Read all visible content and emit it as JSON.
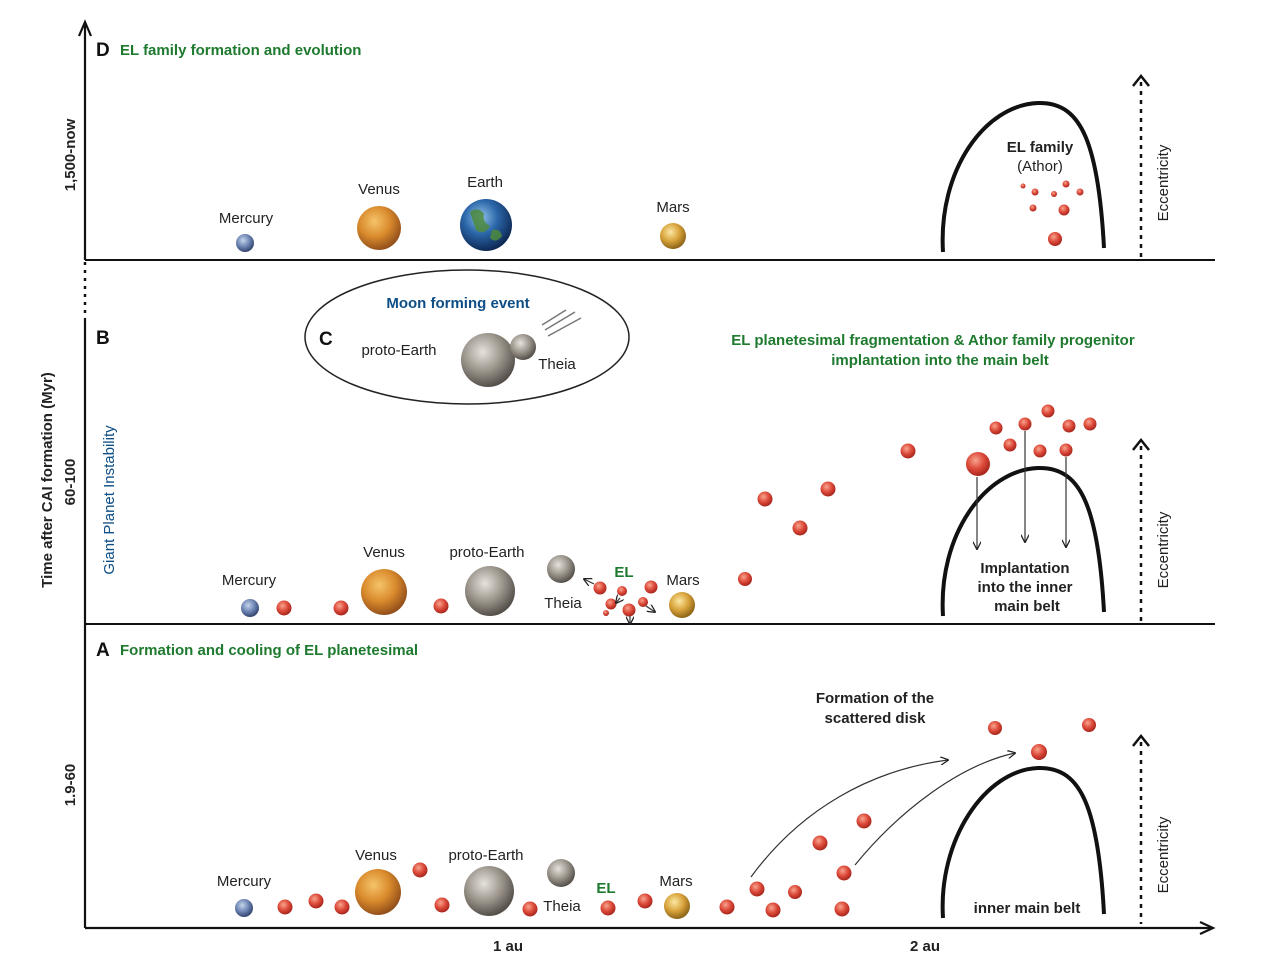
{
  "y_axis_label": "Time after CAI formation (Myr)",
  "x_ticks": [
    "1 au",
    "2 au"
  ],
  "panels": {
    "D": {
      "letter": "D",
      "title": "EL family formation and evolution",
      "time": "1,500-now",
      "planets": [
        "Mercury",
        "Venus",
        "Earth",
        "Mars"
      ],
      "family_label": "EL family",
      "family_sub": "(Athor)",
      "ecc_label": "Eccentricity"
    },
    "B": {
      "letter": "B",
      "time": "60-100",
      "instability": "Giant Planet Instability",
      "title_line1": "EL planetesimal fragmentation & Athor family progenitor",
      "title_line2": "implantation into the main belt",
      "planets": [
        "Mercury",
        "Venus",
        "proto-Earth",
        "Theia",
        "Mars"
      ],
      "el_label": "EL",
      "implant_line1": "Implantation",
      "implant_line2": "into the inner",
      "implant_line3": "main belt",
      "ecc_label": "Eccentricity"
    },
    "C": {
      "letter": "C",
      "title": "Moon forming event",
      "proto": "proto-Earth",
      "theia": "Theia"
    },
    "A": {
      "letter": "A",
      "title": "Formation and cooling of EL planetesimal",
      "time": "1.9-60",
      "planets": [
        "Mercury",
        "Venus",
        "proto-Earth",
        "Theia",
        "Mars"
      ],
      "el_label": "EL",
      "scatter_line1": "Formation of the",
      "scatter_line2": "scattered disk",
      "belt_label": "inner main belt",
      "ecc_label": "Eccentricity"
    }
  },
  "colors": {
    "green": "#1e7a2e",
    "blue": "#0d4e86",
    "planetesimal": "#d9493a"
  }
}
